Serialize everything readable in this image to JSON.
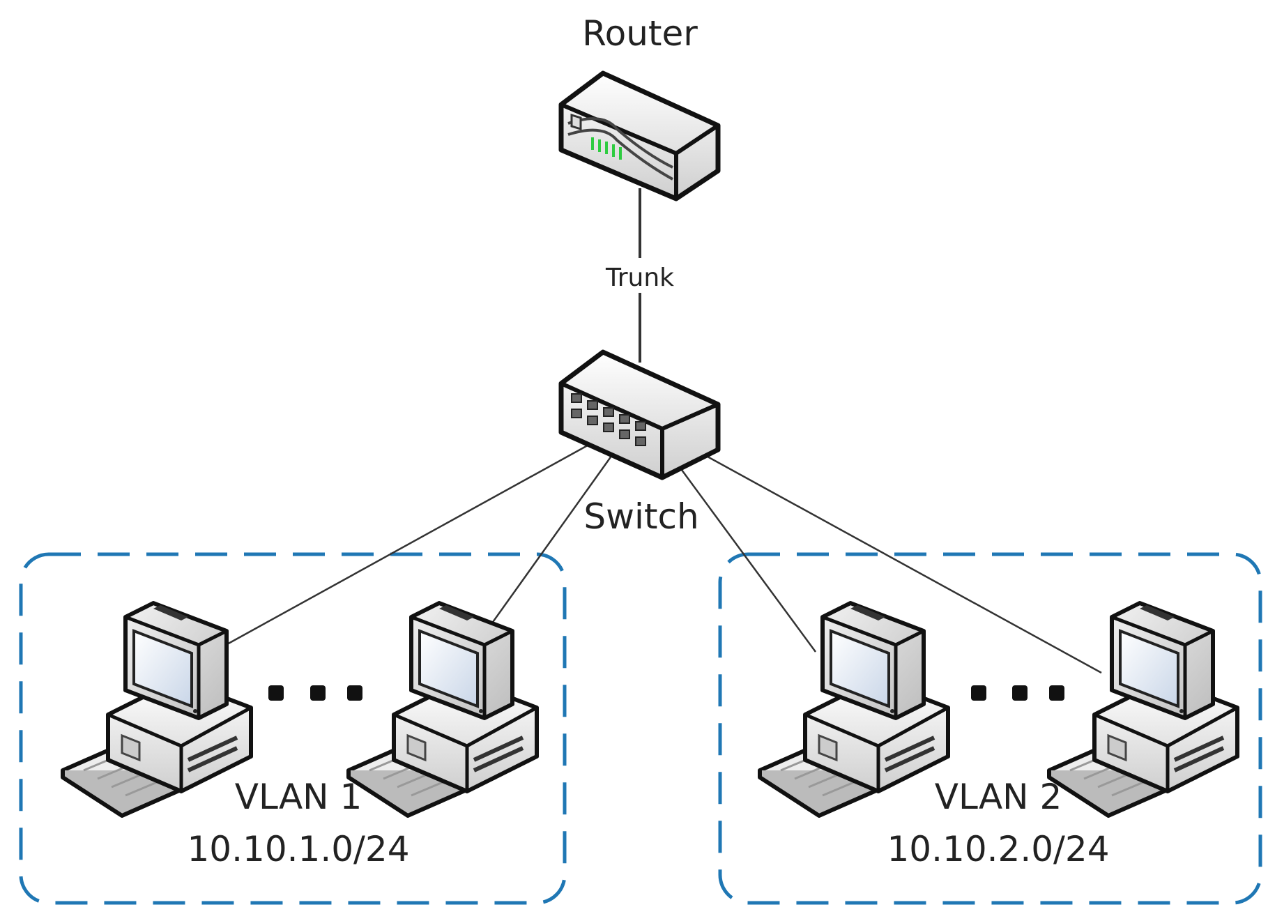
{
  "nodes": {
    "router": {
      "label": "Router"
    },
    "switch": {
      "label": "Switch"
    }
  },
  "links": {
    "trunk": {
      "label": "Trunk"
    }
  },
  "vlans": [
    {
      "name": "VLAN 1",
      "subnet": "10.10.1.0/24"
    },
    {
      "name": "VLAN 2",
      "subnet": "10.10.2.0/24"
    }
  ],
  "colors": {
    "vlan_border": "#1f77b4",
    "router_led": "#2ecc40",
    "line": "#333333"
  },
  "icons": [
    "router-icon",
    "switch-icon",
    "computer-icon",
    "keyboard-icon"
  ]
}
